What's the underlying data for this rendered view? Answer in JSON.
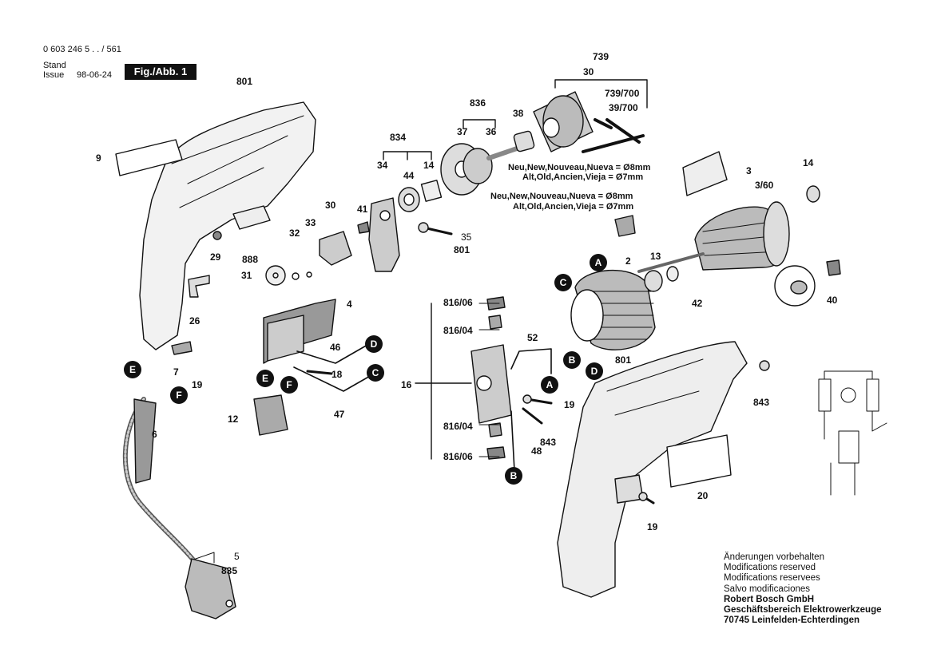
{
  "header": {
    "part_number": "0 603 246 5 . . / 561",
    "stand_label": "Stand",
    "issue_label": "Issue",
    "date": "98-06-24",
    "figure_label": "Fig./Abb. 1"
  },
  "callouts": {
    "c739": "739",
    "c30_top": "30",
    "c739_700": "739/700",
    "c39_700": "39/700",
    "c836": "836",
    "c37": "37",
    "c36": "36",
    "c38": "38",
    "c834": "834",
    "c34": "34",
    "c44": "44",
    "c14a": "14",
    "c801a": "801",
    "c9": "9",
    "c29": "29",
    "c888": "888",
    "c30": "30",
    "c33": "33",
    "c32": "32",
    "c41": "41",
    "c35": "35",
    "c801b": "801",
    "c31": "31",
    "c26": "26",
    "c4": "4",
    "c46": "46",
    "c18": "18",
    "c47": "47",
    "c7": "7",
    "c19a": "19",
    "c12": "12",
    "c6": "6",
    "c5": "5",
    "c835": "835",
    "c3": "3",
    "c3_60": "3/60",
    "c14b": "14",
    "c2": "2",
    "c13": "13",
    "c42": "42",
    "c40": "40",
    "c816_06a": "816/06",
    "c816_04a": "816/04",
    "c52": "52",
    "c16": "16",
    "c19b": "19",
    "c843a": "843",
    "c816_04b": "816/04",
    "c816_06b": "816/06",
    "c48": "48",
    "c801c": "801",
    "c843b": "843",
    "c20": "20",
    "c19c": "19"
  },
  "notes": {
    "new8": "Neu,New,Nouveau,Nueva = Ø8mm",
    "old7": "Alt,Old,Ancien,Vieja = Ø7mm"
  },
  "badges": {
    "A": "A",
    "B": "B",
    "C": "C",
    "D": "D",
    "E": "E",
    "F": "F"
  },
  "footer": {
    "lines": [
      "Änderungen vorbehalten",
      "Modifications reserved",
      "Modifications reservees",
      "Salvo modificaciones"
    ],
    "bold_lines": [
      "Robert Bosch GmbH",
      "Geschäftsbereich Elektrowerkzeuge",
      "70745 Leinfelden-Echterdingen"
    ]
  }
}
